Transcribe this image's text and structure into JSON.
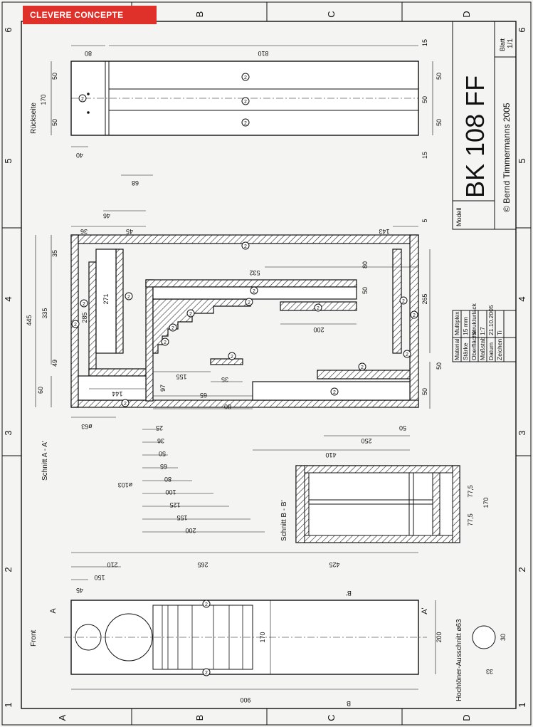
{
  "brand": "CLEVERE CONCEPTE",
  "grid": {
    "letters": [
      "A",
      "B",
      "C",
      "D"
    ],
    "numbers": [
      "1",
      "2",
      "3",
      "4",
      "5",
      "6"
    ]
  },
  "title_block": {
    "model_label": "Modell",
    "model": "BK 108 FF",
    "author": "© Bernd Timmermanns 2005",
    "sheet_label": "Blatt",
    "sheet": "1/1",
    "rows": [
      {
        "label": "Material",
        "value": "Multiplex"
      },
      {
        "label": "Stärke",
        "value": "15 mm"
      },
      {
        "label": "Oberfläche",
        "value": "Strukturlack"
      },
      {
        "label": "Maßstab",
        "value": "1:7"
      },
      {
        "label": "Datum",
        "value": "21.10.2005"
      },
      {
        "label": "Zeichen",
        "value": "Ti"
      }
    ]
  },
  "views": {
    "back": "Rückseite",
    "section_a": "Schnitt A - A'",
    "section_b": "Schnitt B - B'",
    "front": "Front",
    "tweeter": "Hochtöner-Ausschnitt ø63"
  },
  "back_dims": {
    "w80": "80",
    "w810": "810",
    "w40": "40",
    "h15a": "15",
    "h50a": "50",
    "h50b": "50",
    "h50c": "50",
    "h15b": "15",
    "l50a": "50",
    "l170": "170",
    "l50b": "50"
  },
  "section_a_dims": {
    "d68": "68",
    "d46": "46",
    "d36": "36",
    "d45": "45",
    "d143": "143",
    "d5": "5",
    "d445": "445",
    "d335": "335",
    "d35": "35",
    "d285": "285",
    "d271": "271",
    "d49": "49",
    "d60": "60",
    "d144": "144",
    "d155a": "155",
    "d97": "97",
    "d35b": "35",
    "d65a": "65",
    "d80a": "80",
    "d532": "532",
    "d80b": "80",
    "d50a": "50",
    "d200a": "200",
    "d265": "265",
    "d50b": "50",
    "d50c": "50",
    "d50d": "50",
    "d250": "250",
    "d410": "410",
    "d63": "ø63"
  },
  "steps_dims": [
    "25",
    "36",
    "50",
    "65",
    "80",
    "100",
    "125",
    "155",
    "200"
  ],
  "port_dim": "ø103",
  "section_b_dims": {
    "d77a": "77,5",
    "d170": "170",
    "d77b": "77,5"
  },
  "front_dims": {
    "d45": "45",
    "d150": "150",
    "d210": "210",
    "d265": "265",
    "d425": "425",
    "d170": "170",
    "d900": "900",
    "d200": "200",
    "d30": "30",
    "d33": "33",
    "mark_a": "A",
    "mark_a2": "A'",
    "mark_b": "B",
    "mark_b2": "B'"
  },
  "part_no": "2"
}
